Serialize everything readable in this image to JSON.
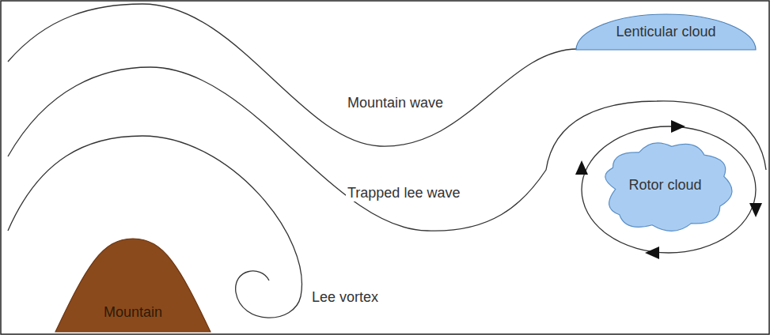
{
  "diagram": {
    "nodes": [
      {
        "text": [
          "Lenticular cloud"
        ]
      },
      {
        "text": [
          "Rotor cloud"
        ]
      },
      {
        "text": [
          "Mountain"
        ]
      }
    ],
    "labels": [
      "Mountain wave",
      "Trapped lee wave",
      "Lee vortex"
    ]
  }
}
